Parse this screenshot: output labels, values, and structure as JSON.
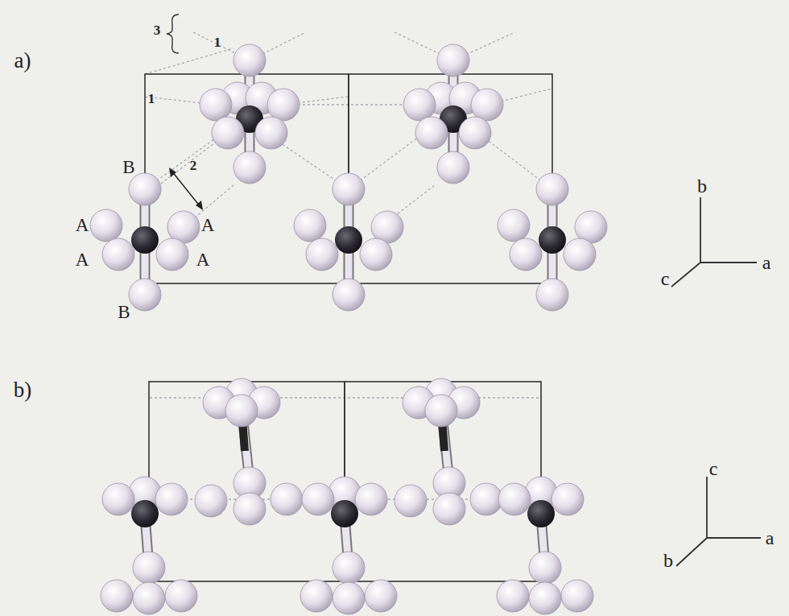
{
  "diagram": {
    "labels": [
      "a)",
      "3",
      "1",
      "1",
      "2",
      "B",
      "A",
      "A",
      "A",
      "A",
      "B",
      "b",
      "a",
      "c",
      "b)",
      "c",
      "a",
      "b"
    ]
  }
}
